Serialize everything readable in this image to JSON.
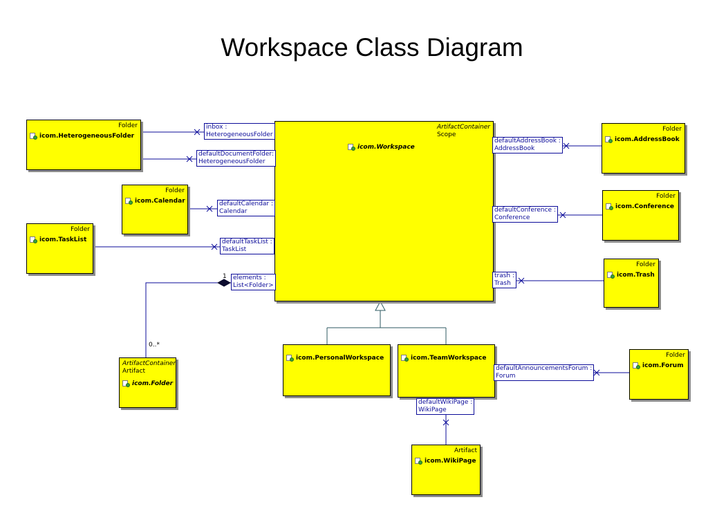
{
  "title": "Workspace Class Diagram",
  "colors": {
    "class_fill": "#ffff00",
    "line": "#0b0b99",
    "shadow": "#8c8c8c"
  },
  "icons": {
    "class": "class-icon"
  },
  "classes": {
    "workspace": {
      "stereotype": "ArtifactContainer",
      "stereotype2": "Scope",
      "name": "icom.Workspace"
    },
    "heterogeneous_folder": {
      "stereotype": "Folder",
      "name": "icom.HeterogeneousFolder"
    },
    "calendar": {
      "stereotype": "Folder",
      "name": "icom.Calendar"
    },
    "tasklist": {
      "stereotype": "Folder",
      "name": "icom.TaskList"
    },
    "folder": {
      "stereotype": "ArtifactContainer",
      "stereotype2": "Artifact",
      "name": "icom.Folder"
    },
    "addressbook": {
      "stereotype": "Folder",
      "name": "icom.AddressBook"
    },
    "conference": {
      "stereotype": "Folder",
      "name": "icom.Conference"
    },
    "trash": {
      "stereotype": "Folder",
      "name": "icom.Trash"
    },
    "personal_workspace": {
      "name": "icom.PersonalWorkspace"
    },
    "team_workspace": {
      "name": "icom.TeamWorkspace"
    },
    "forum": {
      "stereotype": "Folder",
      "name": "icom.Forum"
    },
    "wikipage": {
      "stereotype": "Artifact",
      "name": "icom.WikiPage"
    }
  },
  "roles": {
    "inbox": [
      "inbox :",
      "HeterogeneousFolder"
    ],
    "default_document_folder": [
      "defaultDocumentFolder:",
      "HeterogeneousFolder"
    ],
    "default_calendar": [
      "defaultCalendar :",
      "Calendar"
    ],
    "default_tasklist": [
      "defaultTaskList :",
      "TaskList"
    ],
    "elements": [
      "elements :",
      "List<Folder>"
    ],
    "default_addressbook": [
      "defaultAddressBook :",
      "AddressBook"
    ],
    "default_conference": [
      "defaultConference :",
      "Conference"
    ],
    "trash": [
      "trash :",
      "Trash"
    ],
    "default_announcements_forum": [
      "defaultAnnouncementsForum :",
      "Forum"
    ],
    "default_wikipage": [
      "defaultWikiPage :",
      "WikiPage"
    ]
  },
  "multiplicities": {
    "elements_one": "1",
    "elements_many": "0..*"
  }
}
